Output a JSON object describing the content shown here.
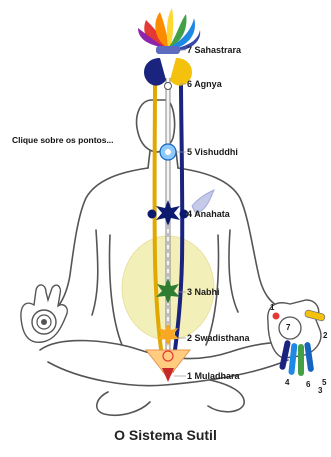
{
  "hint_text": "Clique sobre os pontos...",
  "title": "O Sistema Sutil",
  "chakras": [
    {
      "number": "7",
      "name": "Sahastrara"
    },
    {
      "number": "6",
      "name": "Agnya"
    },
    {
      "number": "5",
      "name": "Vishuddhi"
    },
    {
      "number": "4",
      "name": "Anahata"
    },
    {
      "number": "3",
      "name": "Nabhi"
    },
    {
      "number": "2",
      "name": "Swadisthana"
    },
    {
      "number": "1",
      "name": "Muladhara"
    }
  ],
  "left_hand": {
    "center": "",
    "finger_numbers": []
  },
  "right_hand": {
    "center": "7",
    "finger_numbers": [
      "1",
      "2",
      "3",
      "4",
      "5",
      "6"
    ]
  },
  "colors": {
    "body_outline": "#555555",
    "left_channel": "#1a237e",
    "right_channel": "#e0a800",
    "central_channel": "#f5f5f5",
    "void": "#f3efb8"
  }
}
